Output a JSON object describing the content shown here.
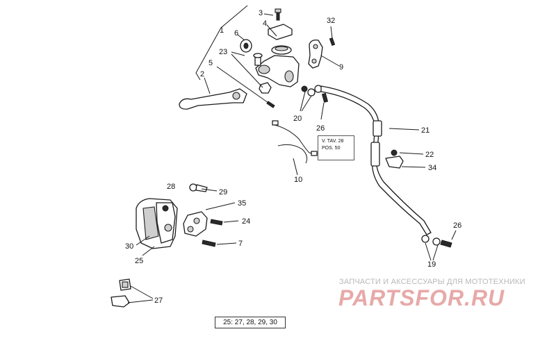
{
  "diagram": {
    "labels": {
      "p1": "1",
      "p2": "2",
      "p3": "3",
      "p4": "4",
      "p5": "5",
      "p6": "6",
      "p7": "7",
      "p9": "9",
      "p10": "10",
      "p19": "19",
      "p20": "20",
      "p21": "21",
      "p22": "22",
      "p23": "23",
      "p24": "24",
      "p25": "25",
      "p26a": "26",
      "p26b": "26",
      "p27": "27",
      "p28": "28",
      "p29": "29",
      "p30": "30",
      "p32": "32",
      "p34": "34",
      "p35": "35"
    },
    "reference_box": {
      "line1": "V. TAV. 28",
      "line2": "POS. 50"
    },
    "kit_note": "25:  27, 28, 29, 30"
  },
  "watermark": {
    "tagline": "ЗАПЧАСТИ И АКСЕССУАРЫ ДЛЯ МОТОТЕХНИКИ",
    "logo": "PARTSFOR.RU"
  }
}
